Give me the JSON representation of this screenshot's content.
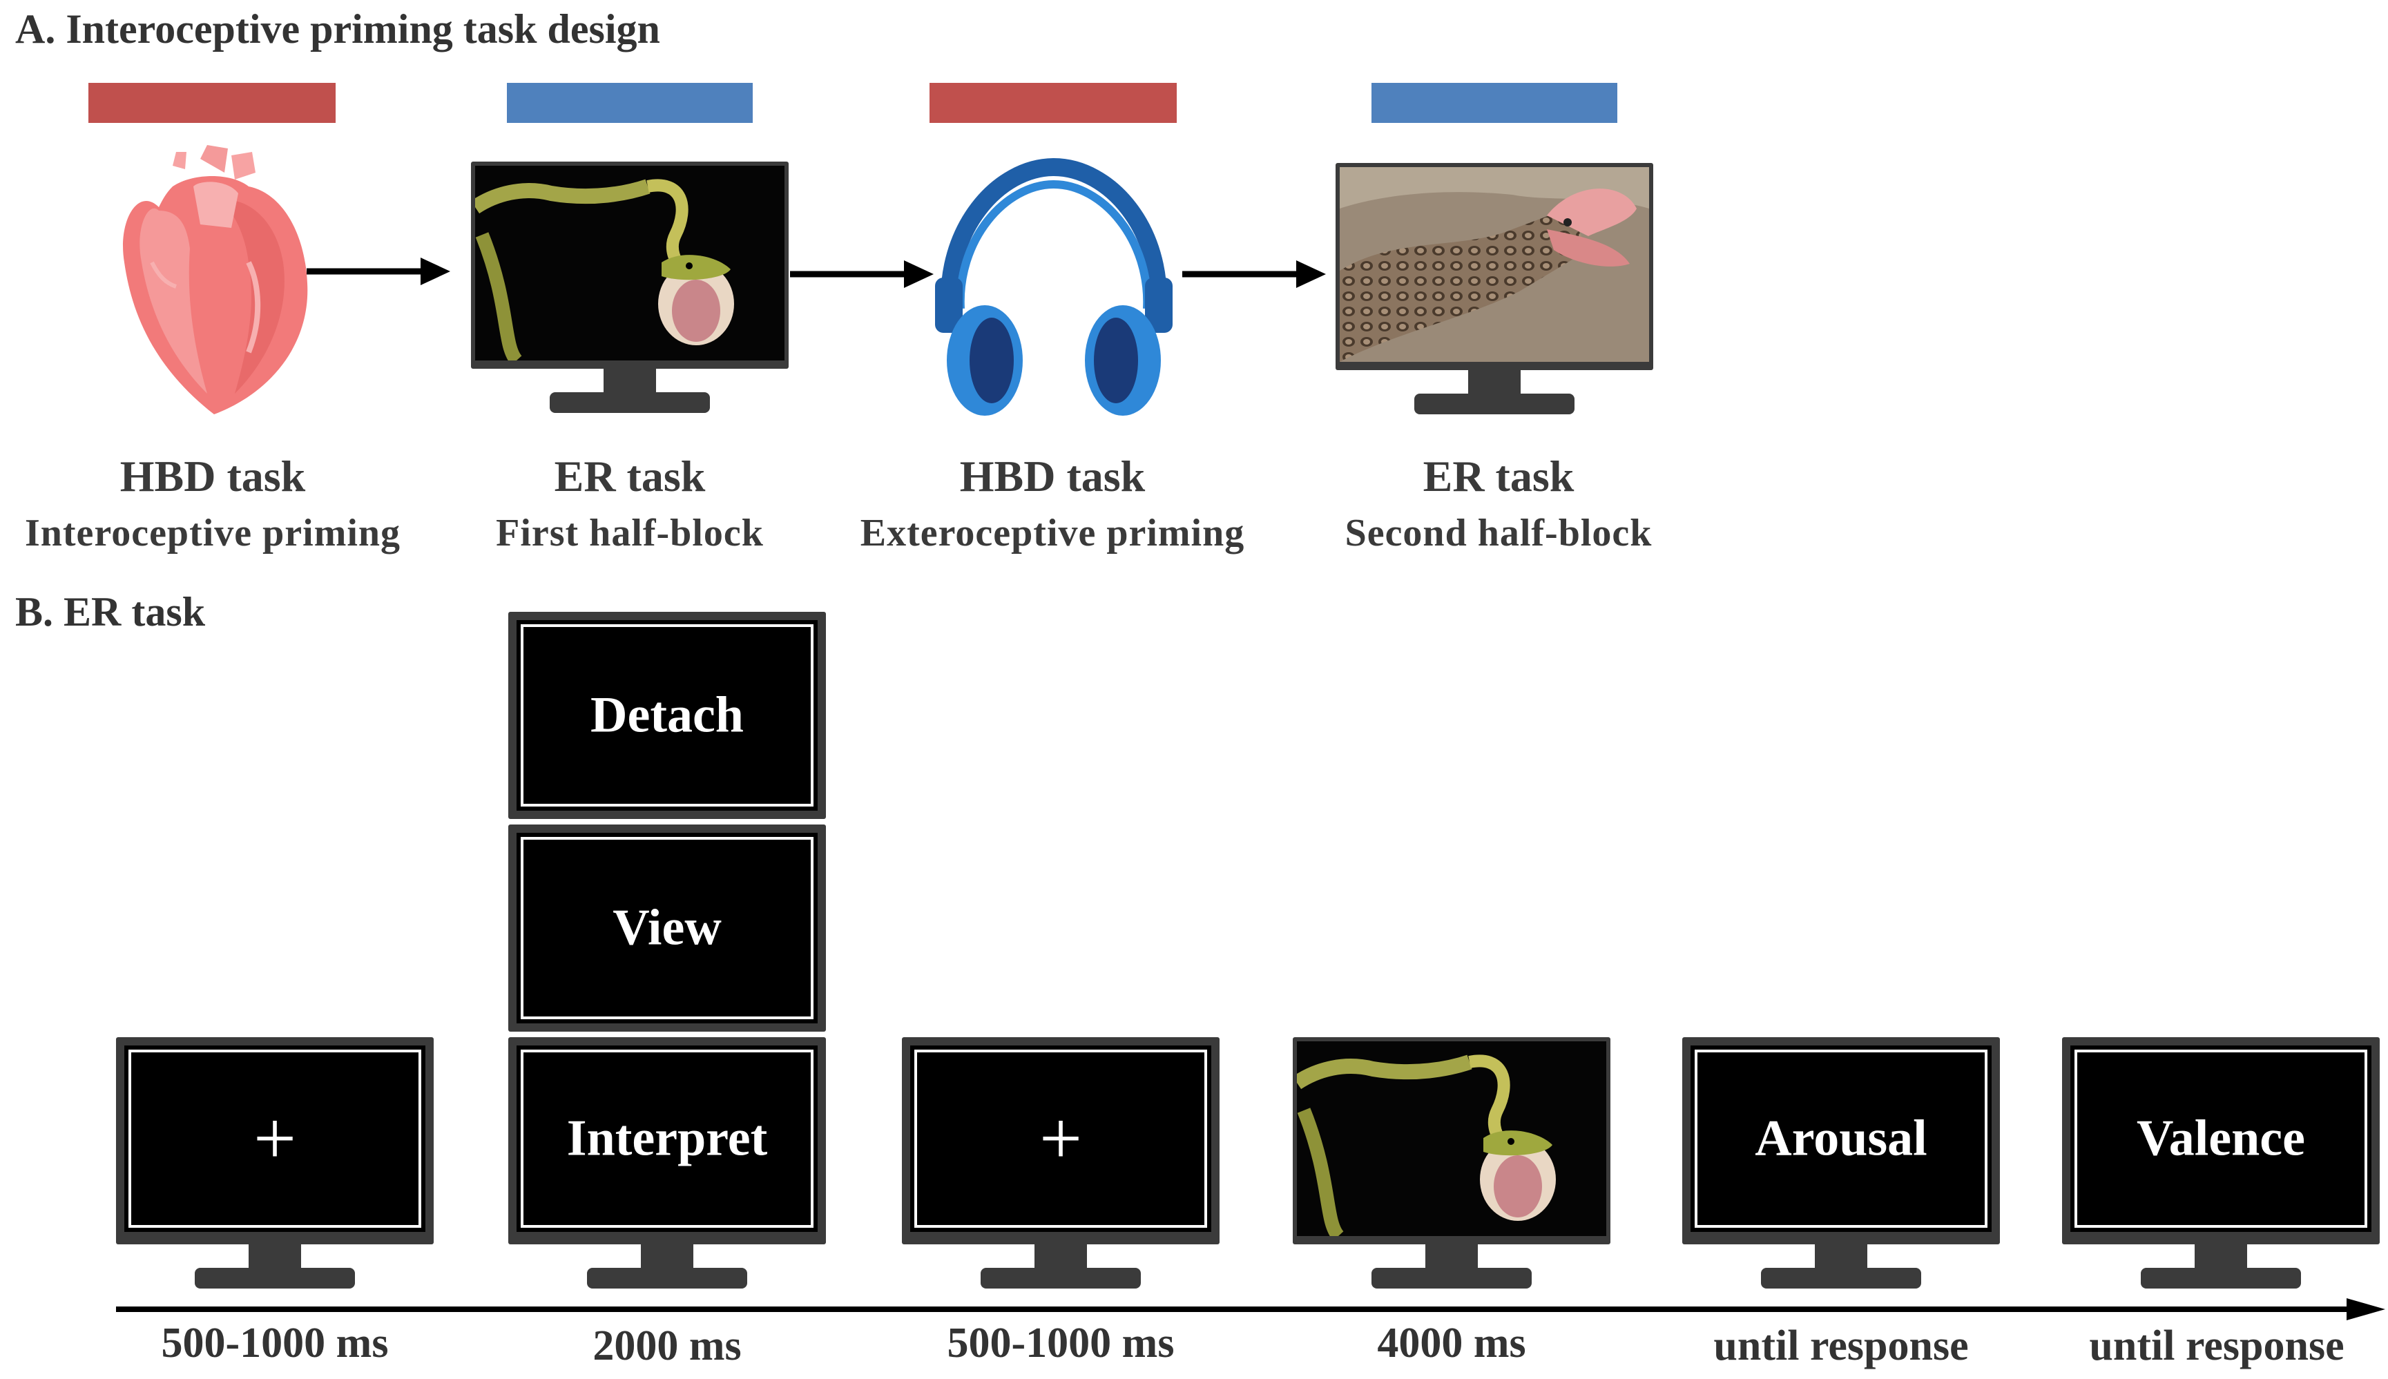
{
  "panel_a": {
    "title": "A. Interoceptive priming task design",
    "steps": [
      {
        "title": "HBD task",
        "subtitle": "Interoceptive priming",
        "bar_color": "#c0504d",
        "icon": "heart-icon"
      },
      {
        "title": "ER task",
        "subtitle": "First half-block",
        "bar_color": "#4f81bd",
        "icon": "monitor-snake-icon"
      },
      {
        "title": "HBD task",
        "subtitle": "Exteroceptive priming",
        "bar_color": "#c0504d",
        "icon": "headphones-icon"
      },
      {
        "title": "ER task",
        "subtitle": "Second half-block",
        "bar_color": "#4f81bd",
        "icon": "monitor-rattlesnake-icon"
      }
    ]
  },
  "panel_b": {
    "title": "B. ER task",
    "instructions": [
      "Detach",
      "View",
      "Interpret"
    ],
    "screens": [
      {
        "content": "+",
        "timing": "500-1000 ms"
      },
      {
        "content": "Interpret",
        "timing": "2000 ms"
      },
      {
        "content": "+",
        "timing": "500-1000 ms"
      },
      {
        "content": "snake-image",
        "timing": "4000 ms"
      },
      {
        "content": "Arousal",
        "timing": "until response"
      },
      {
        "content": "Valence",
        "timing": "until response"
      }
    ]
  }
}
